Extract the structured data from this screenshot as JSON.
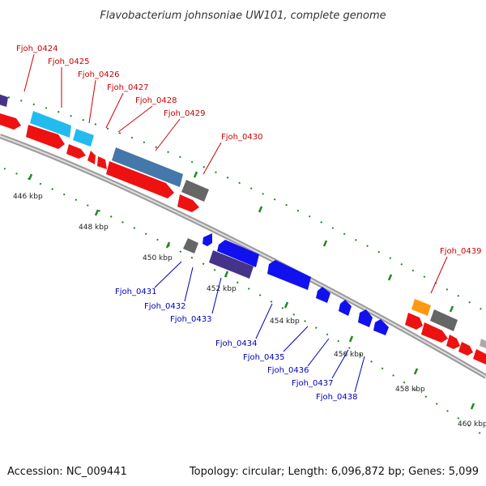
{
  "title": "Flavobacterium johnsoniae UW101, complete genome",
  "footer": {
    "accession": "Accession: NC_009441",
    "topology": "Topology: circular; Length: 6,096,872 bp; Genes: 5,099"
  },
  "colors": {
    "backbone": "#999999",
    "top_strand_label": "#cc0000",
    "bottom_strand_label": "#0000bb",
    "tick": "#228822",
    "gene_red": "#ee1111",
    "gene_cyan": "#22bbee",
    "gene_steel": "#4477aa",
    "gene_gray": "#666666",
    "gene_navy": "#443388",
    "gene_blue": "#1111ee",
    "gene_orange": "#ff9911"
  },
  "scale_labels": [
    "446 kbp",
    "448 kbp",
    "450 kbp",
    "452 kbp",
    "454 kbp",
    "456 kbp",
    "458 kbp",
    "460 kbp"
  ],
  "genes": [
    {
      "name": "Fjoh_0424",
      "strand": "top"
    },
    {
      "name": "Fjoh_0425",
      "strand": "top"
    },
    {
      "name": "Fjoh_0426",
      "strand": "top"
    },
    {
      "name": "Fjoh_0427",
      "strand": "top"
    },
    {
      "name": "Fjoh_0428",
      "strand": "top"
    },
    {
      "name": "Fjoh_0429",
      "strand": "top"
    },
    {
      "name": "Fjoh_0430",
      "strand": "top"
    },
    {
      "name": "Fjoh_0439",
      "strand": "top"
    },
    {
      "name": "Fjoh_0431",
      "strand": "bottom"
    },
    {
      "name": "Fjoh_0432",
      "strand": "bottom"
    },
    {
      "name": "Fjoh_0433",
      "strand": "bottom"
    },
    {
      "name": "Fjoh_0434",
      "strand": "bottom"
    },
    {
      "name": "Fjoh_0435",
      "strand": "bottom"
    },
    {
      "name": "Fjoh_0436",
      "strand": "bottom"
    },
    {
      "name": "Fjoh_0437",
      "strand": "bottom"
    },
    {
      "name": "Fjoh_0438",
      "strand": "bottom"
    }
  ]
}
